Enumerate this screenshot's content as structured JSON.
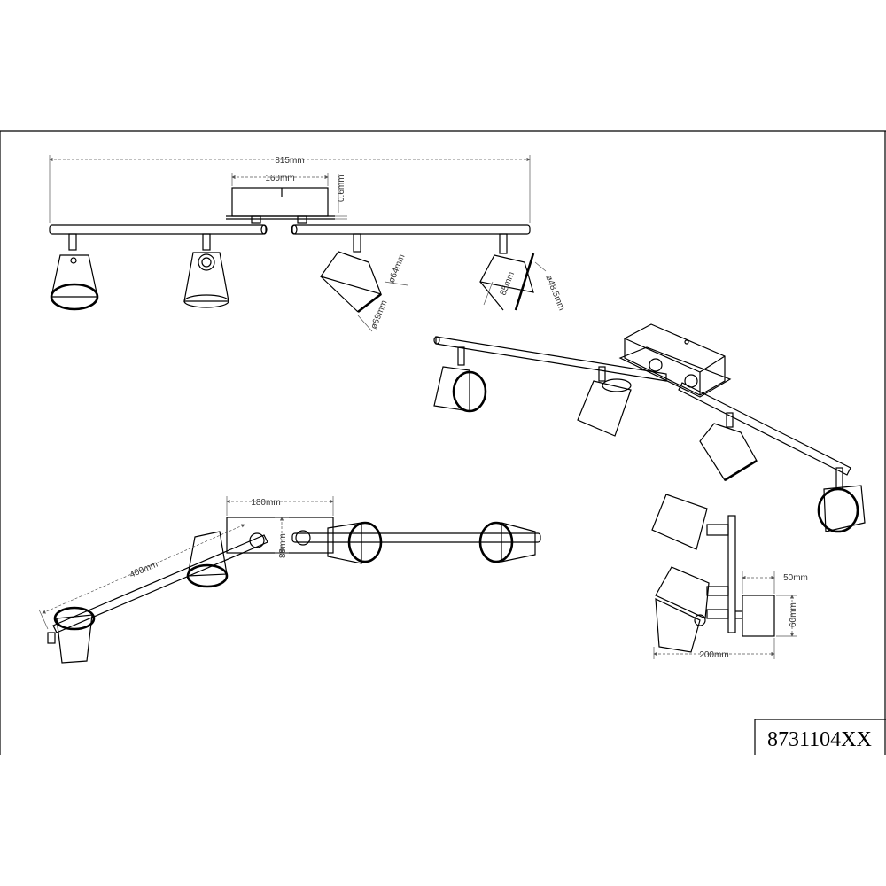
{
  "drawing": {
    "product_code": "8731104XX",
    "dimensions": {
      "overall_length": "815mm",
      "base_length": "160mm",
      "base_offset": "0.6mm",
      "shade_diameter_top": "ø64mm",
      "shade_diameter_bottom": "ø69mm",
      "shade_height": "85mm",
      "shade_diameter_small": "ø48.5mm",
      "arm_length": "400mm",
      "plate_length": "180mm",
      "plate_width": "80mm",
      "side_depth": "50mm",
      "side_height": "60mm",
      "side_length": "200mm"
    }
  }
}
